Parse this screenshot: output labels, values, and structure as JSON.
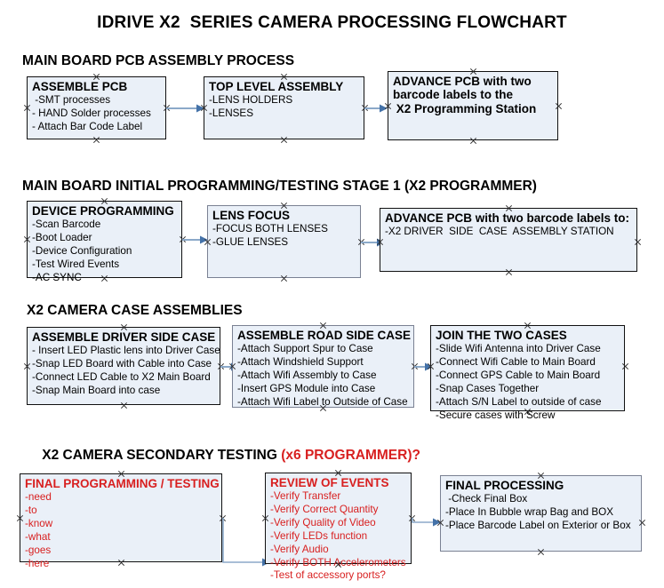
{
  "title": "IDRIVE X2  SERIES CAMERA PROCESSING FLOWCHART",
  "colors": {
    "box_fill": "#eaf0f8",
    "box_border": "#111111",
    "box_border_gray": "#7a8193",
    "accent_red": "#d82020",
    "connector": "#8ba9c9",
    "arrowhead": "#4472a8",
    "background": "#ffffff"
  },
  "sections": [
    {
      "id": "main-board-pcb-assembly",
      "heading": "MAIN BOARD PCB ASSEMBLY PROCESS",
      "heading_accent": ""
    },
    {
      "id": "main-board-initial-programming",
      "heading": "MAIN BOARD INITIAL PROGRAMMING/TESTING STAGE 1 (X2 PROGRAMMER)",
      "heading_accent": ""
    },
    {
      "id": "x2-camera-case-assemblies",
      "heading": "X2 CAMERA CASE ASSEMBLIES",
      "heading_accent": ""
    },
    {
      "id": "x2-camera-secondary-testing",
      "heading": "X2 CAMERA SECONDARY TESTING ",
      "heading_accent": "(x6 PROGRAMMER)?"
    }
  ],
  "boxes": [
    {
      "id": "assemble-pcb",
      "title": "ASSEMBLE PCB",
      "lines": [
        " -SMT processes",
        "- HAND Solder processes",
        "- Attach Bar Code Label"
      ]
    },
    {
      "id": "top-level-assembly",
      "title": "TOP LEVEL ASSEMBLY",
      "lines": [
        "-LENS HOLDERS",
        "-LENSES"
      ]
    },
    {
      "id": "advance-pcb-programming-station",
      "title": "ADVANCE PCB with two\nbarcode labels to the\n X2 Programming Station",
      "lines": []
    },
    {
      "id": "device-programming",
      "title": "DEVICE PROGRAMMING",
      "lines": [
        "-Scan Barcode",
        "-Boot Loader",
        "-Device Configuration",
        "-Test Wired Events",
        "-AC SYNC"
      ]
    },
    {
      "id": "lens-focus",
      "title": "LENS FOCUS",
      "lines": [
        "-FOCUS BOTH LENSES",
        "-GLUE LENSES"
      ]
    },
    {
      "id": "advance-pcb-driver-side-case",
      "title": "ADVANCE PCB with two barcode labels to:",
      "lines": [
        "-X2 DRIVER  SIDE  CASE  ASSEMBLY STATION"
      ]
    },
    {
      "id": "assemble-driver-side-case",
      "title": "ASSEMBLE DRIVER SIDE CASE",
      "lines": [
        "- Insert LED Plastic lens into Driver Case",
        "-Snap LED Board with Cable into Case",
        "-Connect LED Cable to X2 Main Board",
        "-Snap Main Board into case"
      ]
    },
    {
      "id": "assemble-road-side-case",
      "title": "ASSEMBLE ROAD SIDE CASE",
      "lines": [
        "-Attach Support Spur to Case",
        "-Attach Windshield Support",
        "-Attach Wifi Assembly to Case",
        "-Insert GPS Module into Case",
        "-Attach Wifi Label to Outside of Case"
      ]
    },
    {
      "id": "join-the-two-cases",
      "title": "JOIN THE TWO CASES",
      "lines": [
        "-Slide Wifi Antenna into Driver Case",
        "-Connect Wifi Cable to Main Board",
        "-Connect GPS Cable to Main Board",
        "-Snap Cases Together",
        "-Attach S/N Label to outside of case",
        "-Secure cases with Screw"
      ]
    },
    {
      "id": "final-programming-testing",
      "title": "FINAL PROGRAMMING / TESTING",
      "lines": [
        "-need",
        "-to",
        "-know",
        "-what",
        "-goes",
        "-here"
      ]
    },
    {
      "id": "review-of-events",
      "title": "REVIEW OF EVENTS",
      "lines": [
        "-Verify Transfer",
        "-Verify Correct Quantity",
        "-Verify Quality of Video",
        "-Verify LEDs function",
        "-Verify Audio",
        "-Verify BOTH Accelerometers",
        "-Test of accessory ports?"
      ]
    },
    {
      "id": "final-processing",
      "title": "FINAL PROCESSING",
      "lines": [
        " -Check Final Box",
        "-Place In Bubble wrap Bag and BOX",
        "-Place Barcode Label on Exterior or Box"
      ]
    }
  ]
}
